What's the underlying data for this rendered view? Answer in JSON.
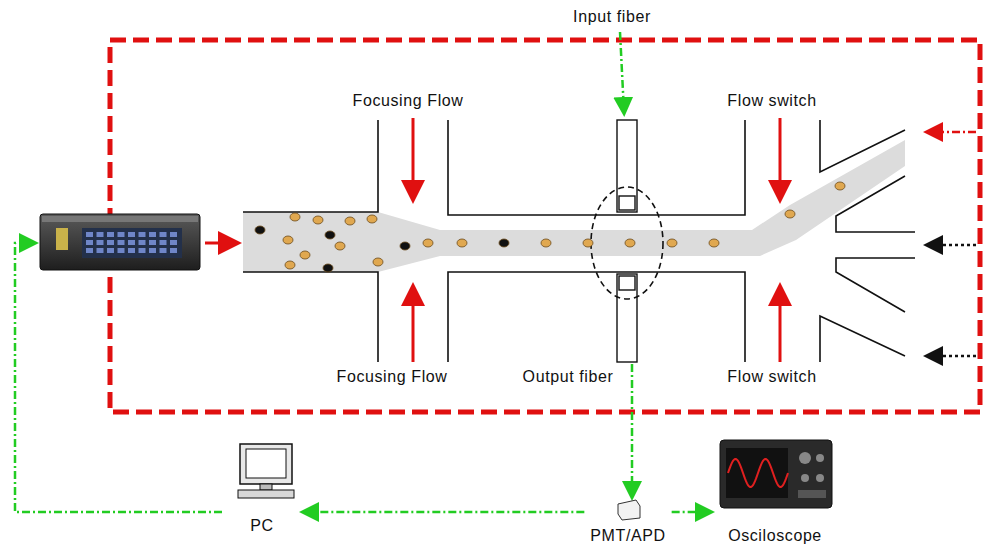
{
  "diagram": {
    "nodes": [
      {
        "text": [
          "PC"
        ]
      },
      {
        "text": [
          "PMT/APD"
        ]
      },
      {
        "text": [
          "Osciloscope"
        ]
      }
    ],
    "edges": [
      {
        "from": 1,
        "to": 0,
        "arrow": "to"
      },
      {
        "from": 1,
        "to": 2,
        "arrow": "to"
      }
    ],
    "labels": [
      "Input fiber",
      "Focusing Flow",
      "Flow switch",
      "Focusing Flow",
      "Output fiber",
      "Flow switch"
    ]
  }
}
